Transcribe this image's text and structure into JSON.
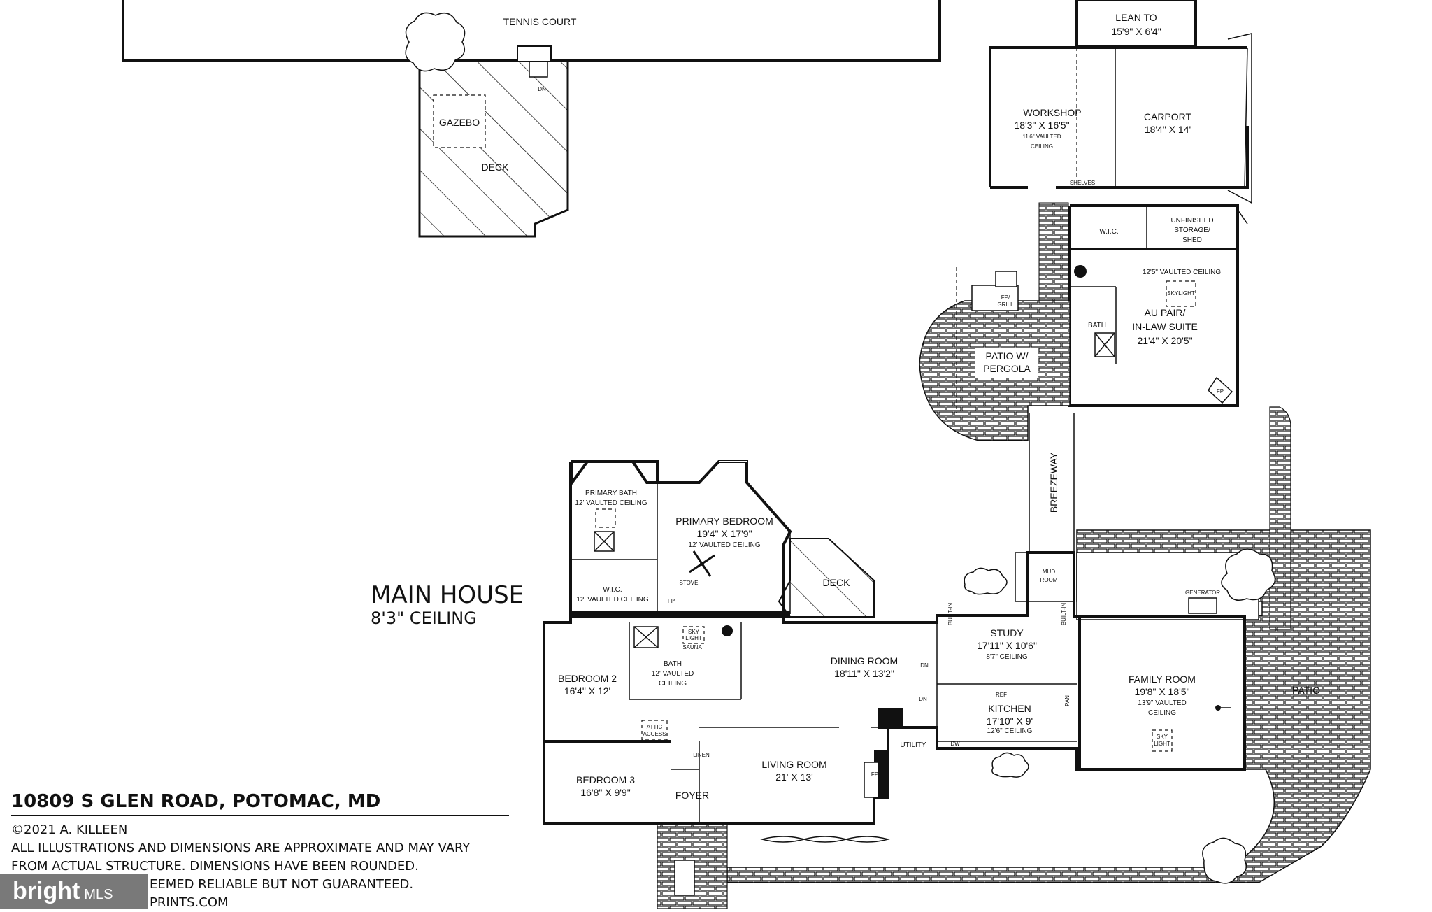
{
  "labels": {
    "tennis": "TENNIS COURT",
    "gazebo": "GAZEBO",
    "deck_top": "DECK",
    "dn": "DN",
    "lean_to": "LEAN TO",
    "lean_to_dim": "15'9\" X 6'4\"",
    "workshop": "WORKSHOP",
    "workshop_dim": "18'3\" X 16'5\"",
    "workshop_ceil1": "11'6\" VAULTED",
    "workshop_ceil2": "CEILING",
    "shelves": "SHELVES",
    "carport": "CARPORT",
    "carport_dim": "18'4\" X 14'",
    "wic": "W.I.C.",
    "unfinished1": "UNFINISHED",
    "unfinished2": "STORAGE/",
    "unfinished3": "SHED",
    "aupair_ceil": "12'5\" VAULTED CEILING",
    "skylight": "SKYLIGHT",
    "aupair1": "AU PAIR/",
    "aupair2": "IN-LAW SUITE",
    "aupair_dim": "21'4\" X 20'5\"",
    "bath": "BATH",
    "ff_grill1": "FP/",
    "ff_grill2": "GRILL",
    "patio_pergola1": "PATIO W/",
    "patio_pergola2": "PERGOLA",
    "breezeway": "BREEZEWAY",
    "primary_bath": "PRIMARY BATH",
    "vaulted12": "12' VAULTED CEILING",
    "primary_bed": "PRIMARY BEDROOM",
    "primary_bed_dim": "19'4\" X 17'9\"",
    "stove": "STOVE",
    "fp": "FP",
    "deck_mid": "DECK",
    "mud1": "MUD",
    "mud2": "ROOM",
    "main_house": "MAIN HOUSE",
    "main_ceiling": "8'3\" CEILING",
    "bedroom2": "BEDROOM 2",
    "bedroom2_dim": "16'4\" X 12'",
    "bath2": "BATH",
    "bath2_ceil1": "12' VAULTED",
    "bath2_ceil2": "CEILING",
    "sauna": "SAUNA",
    "sky": "SKY",
    "light": "LIGHT",
    "attic1": "ATTIC",
    "attic2": "ACCESS",
    "linen": "LINEN",
    "bedroom3": "BEDROOM 3",
    "bedroom3_dim": "16'8\" X 9'9\"",
    "foyer": "FOYER",
    "living": "LIVING ROOM",
    "living_dim": "21' X 13'",
    "dining": "DINING ROOM",
    "dining_dim": "18'11\" X 13'2\"",
    "utility": "UTILITY",
    "study": "STUDY",
    "study_dim": "17'11\" X 10'6\"",
    "study_ceil": "8'7\" CEILING",
    "built_in": "BUILT-IN",
    "kitchen": "KITCHEN",
    "kitchen_dim": "17'10\" X 9'",
    "kitchen_ceil": "12'6\" CEILING",
    "ref": "REF",
    "dw": "DW",
    "pan": "PAN",
    "generator": "GENERATOR",
    "family": "FAMILY ROOM",
    "family_dim": "19'8\" X 18'5\"",
    "family_ceil1": "13'9\" VAULTED",
    "family_ceil2": "CEILING",
    "patio": "PATIO"
  },
  "footer": {
    "address": "10809 S GLEN ROAD, POTOMAC, MD",
    "copyright": "©2021 A. KILLEEN",
    "note1": "ALL ILLUSTRATIONS AND DIMENSIONS ARE APPROXIMATE AND MAY VARY",
    "note2": "FROM ACTUAL STRUCTURE. DIMENSIONS HAVE BEEN ROUNDED.",
    "note3": "EEMED RELIABLE BUT NOT GUARANTEED.",
    "note4": "PRINTS.COM"
  },
  "watermark": {
    "brand": "bright",
    "suffix": "MLS"
  }
}
